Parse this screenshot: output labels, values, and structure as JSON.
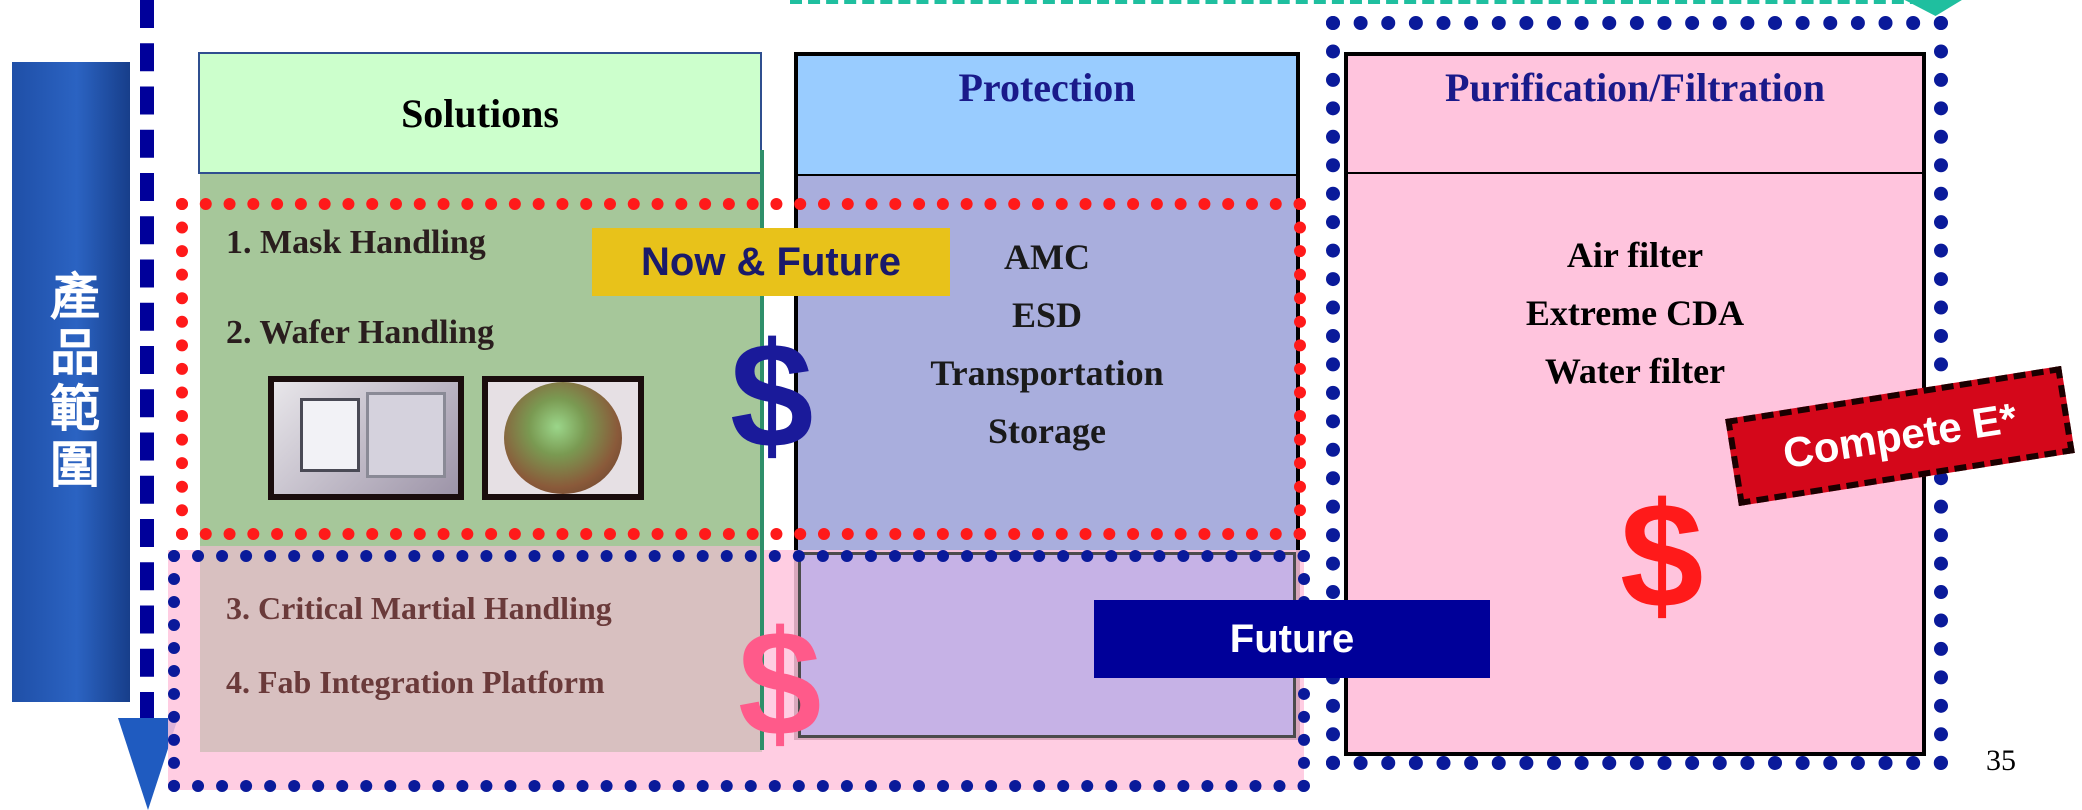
{
  "side_label": "產品範圍",
  "columns": {
    "solutions": {
      "title": "Solutions",
      "items_current": [
        "1. Mask Handling",
        "2. Wafer Handling"
      ],
      "items_future": [
        "3. Critical Martial Handling",
        "4. Fab Integration Platform"
      ]
    },
    "protection": {
      "title": "Protection",
      "items": [
        "AMC",
        "ESD",
        "Transportation",
        "Storage"
      ]
    },
    "purification": {
      "title": "Purification/Filtration",
      "items": [
        "Air filter",
        "Extreme CDA",
        "Water filter"
      ]
    }
  },
  "tags": {
    "now_future": "Now & Future",
    "future": "Future",
    "compete": "Compete E*"
  },
  "dollar_sign": "$",
  "page_number": "35",
  "colors": {
    "solutions_header": "#ccffcc",
    "protection_header": "#99ccff",
    "purification_fill": "#ffc4dd",
    "red_outline": "#ff1a1a",
    "blue_outline": "#0a1a9a",
    "now_future_fill": "#e8c21a",
    "future_fill": "#000099",
    "compete_fill": "#d4071a"
  }
}
